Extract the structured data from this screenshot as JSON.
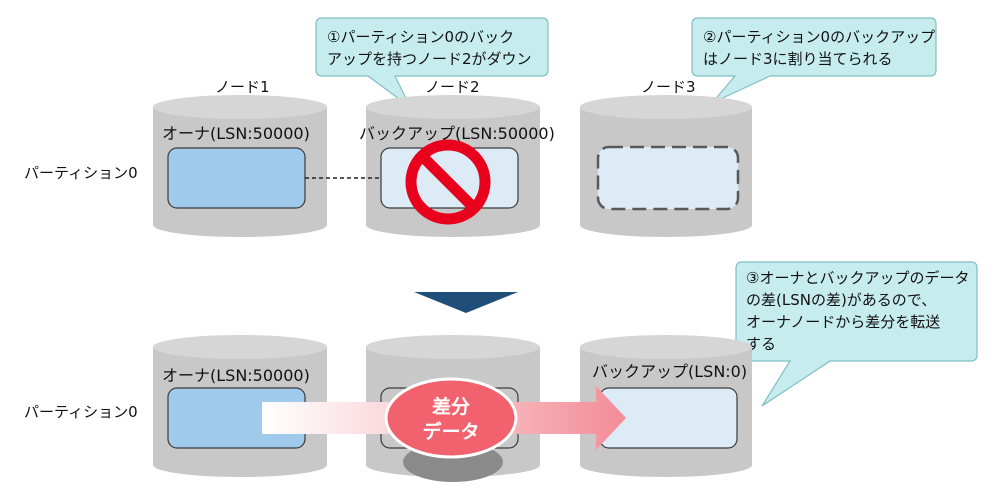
{
  "row_labels": {
    "top": "パーティション0",
    "bottom": "パーティション0"
  },
  "nodes": {
    "node1": "ノード1",
    "node2": "ノード2",
    "node3": "ノード3"
  },
  "top_row": {
    "node1_label": "オーナ(LSN:50000)",
    "node2_label": "バックアップ(LSN:50000)"
  },
  "bottom_row": {
    "node1_label": "オーナ(LSN:50000)",
    "node3_label": "バックアップ(LSN:0)",
    "diff_line1": "差分",
    "diff_line2": "データ"
  },
  "callouts": {
    "c1": [
      "①パーティション0のバック",
      "アップを持つノード2がダウン"
    ],
    "c2": [
      "②パーティション0のバックアップ",
      "はノード3に割り当てられる"
    ],
    "c3": [
      "③オーナとバックアップのデータ",
      "の差(LSNの差)があるので、",
      "オーナノードから差分を転送",
      "する"
    ]
  },
  "colors": {
    "cylinder": "#c8c8c8",
    "cylinder_top": "#d6d6d6",
    "owner_fill": "#9fcaec",
    "backup_fill": "#ddebf7",
    "callout_fill": "#c7ecee",
    "callout_border": "#7fbfc4",
    "prohibit_red": "#e8001c",
    "down_arrow": "#1f4e79",
    "diff_arrow": "#f4a0a8",
    "diff_oval": "#f2626e"
  }
}
